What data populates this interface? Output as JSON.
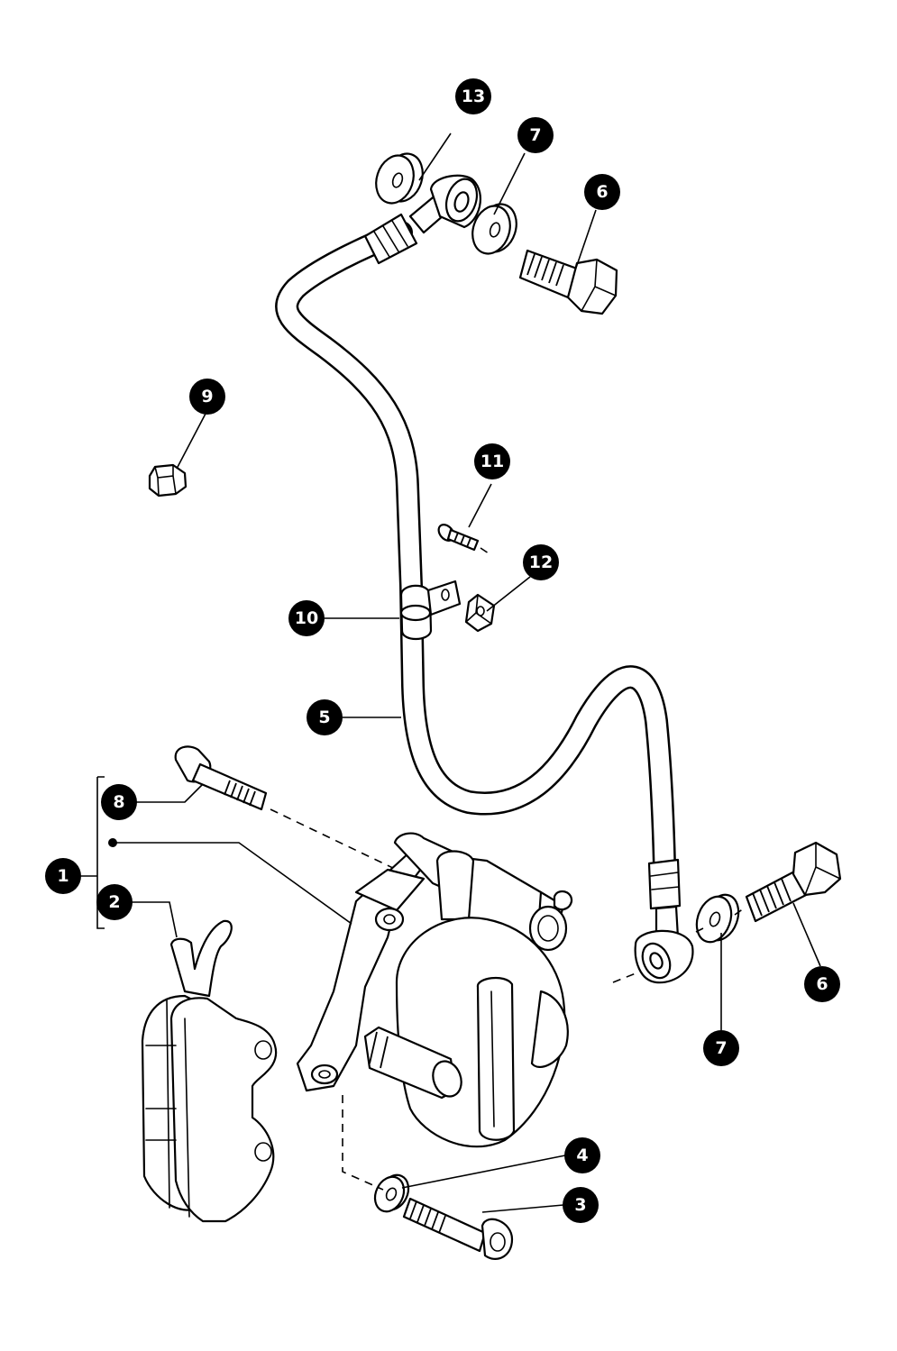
{
  "callouts": [
    {
      "id": "13",
      "label": "13"
    },
    {
      "id": "7a",
      "label": "7"
    },
    {
      "id": "6a",
      "label": "6"
    },
    {
      "id": "9",
      "label": "9"
    },
    {
      "id": "11",
      "label": "11"
    },
    {
      "id": "12",
      "label": "12"
    },
    {
      "id": "10",
      "label": "10"
    },
    {
      "id": "5",
      "label": "5"
    },
    {
      "id": "8",
      "label": "8"
    },
    {
      "id": "1",
      "label": "1"
    },
    {
      "id": "2",
      "label": "2"
    },
    {
      "id": "6b",
      "label": "6"
    },
    {
      "id": "7b",
      "label": "7"
    },
    {
      "id": "4",
      "label": "4"
    },
    {
      "id": "3",
      "label": "3"
    }
  ],
  "colors": {
    "ink": "#000000",
    "paper": "#ffffff"
  }
}
